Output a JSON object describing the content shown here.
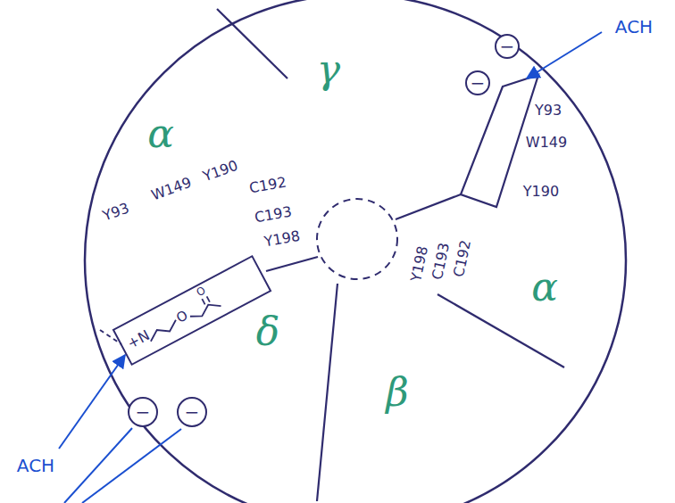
{
  "diagram": {
    "nodes": [
      {
        "text": [
          "−"
        ]
      },
      {
        "text": [
          "−"
        ]
      },
      {
        "text": [
          "+N",
          "O",
          "O"
        ]
      },
      {
        "text": [
          "−"
        ]
      },
      {
        "text": [
          "−"
        ]
      }
    ],
    "labels": [
      "α",
      "γ",
      "ACH",
      "Y93",
      "W149",
      "Y190",
      "Y93",
      "W149",
      "Y190",
      "C192",
      "C193",
      "Y198",
      "Y198",
      "C193",
      "C192",
      "α",
      "δ",
      "β",
      "ACH"
    ]
  }
}
